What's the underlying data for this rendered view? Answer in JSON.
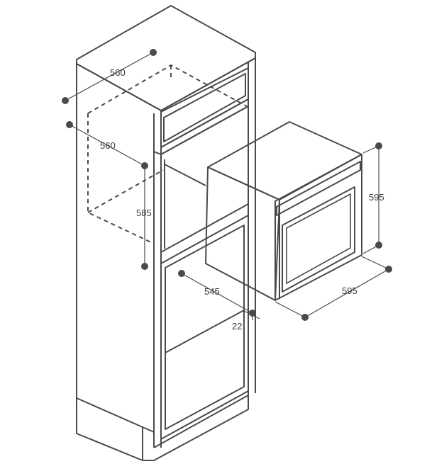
{
  "dimensions": {
    "niche_width_top": "560",
    "niche_depth": "560",
    "niche_height": "585",
    "oven_depth": "545",
    "front_thickness": "22",
    "oven_width": "595",
    "oven_height": "595"
  },
  "colors": {
    "line": "#4a4a4a",
    "background": "#ffffff"
  }
}
